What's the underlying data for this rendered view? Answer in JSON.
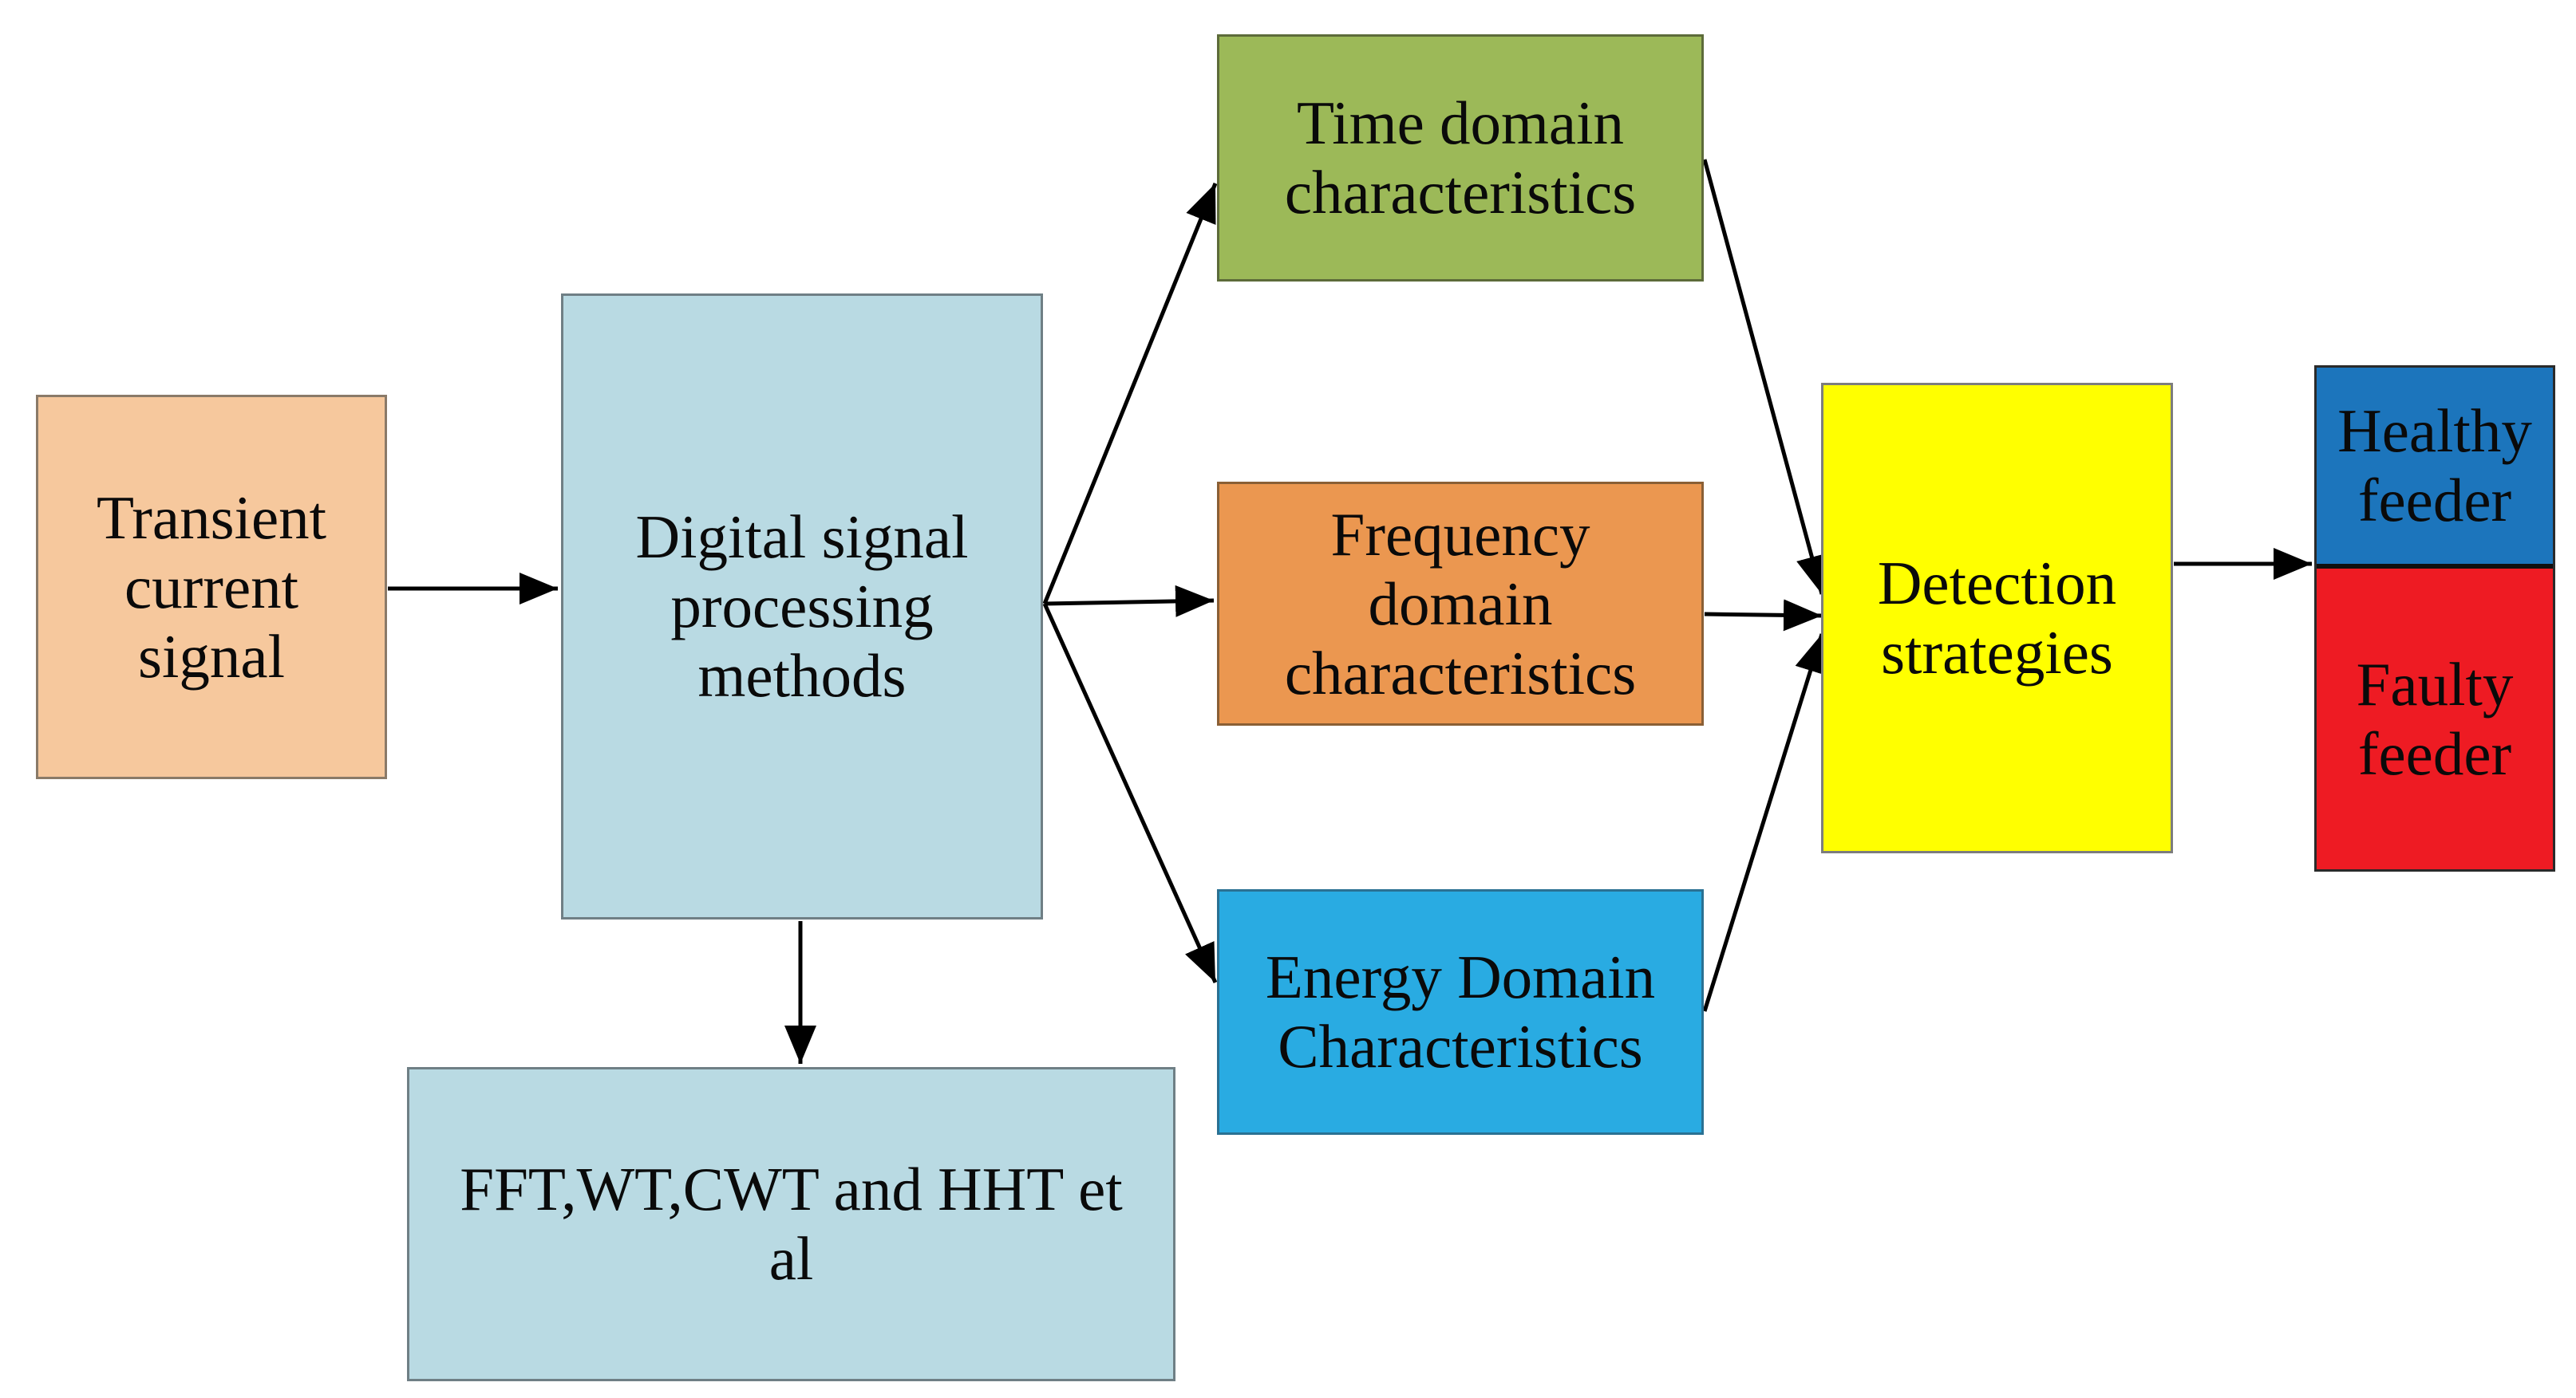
{
  "diagram": {
    "type": "flowchart",
    "background": "#ffffff",
    "arrow_color": "#000000",
    "nodes": {
      "transient": {
        "label": "Transient current signal",
        "fill": "#F6C89D"
      },
      "digital": {
        "label": "Digital signal processing methods",
        "fill": "#B9DAE3"
      },
      "fft": {
        "label": "FFT,WT,CWT and HHT et al",
        "fill": "#B9DAE3"
      },
      "time": {
        "label": "Time domain characteristics",
        "fill": "#9CB958"
      },
      "frequency": {
        "label": "Frequency domain characteristics",
        "fill": "#EB9750"
      },
      "energy": {
        "label": "Energy Domain Characteristics",
        "fill": "#29ABE2"
      },
      "detection": {
        "label": "Detection strategies",
        "fill": "#FFFF00"
      },
      "healthy": {
        "label": "Healthy feeder",
        "fill": "#1C75BC"
      },
      "faulty": {
        "label": "Faulty feeder",
        "fill": "#EE1B23"
      }
    },
    "edges": [
      {
        "from": "transient",
        "to": "digital"
      },
      {
        "from": "digital",
        "to": "fft"
      },
      {
        "from": "digital",
        "to": "time"
      },
      {
        "from": "digital",
        "to": "frequency"
      },
      {
        "from": "digital",
        "to": "energy"
      },
      {
        "from": "time",
        "to": "detection"
      },
      {
        "from": "frequency",
        "to": "detection"
      },
      {
        "from": "energy",
        "to": "detection"
      },
      {
        "from": "detection",
        "to": "feeders"
      }
    ]
  }
}
